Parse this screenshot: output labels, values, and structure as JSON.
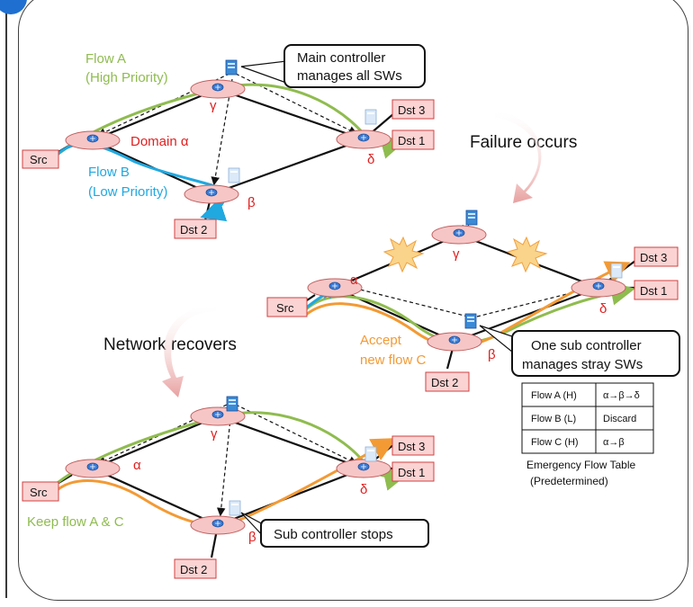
{
  "top_diagram": {
    "flow_a": [
      "Flow A",
      "(High Priority)"
    ],
    "flow_b": [
      "Flow B",
      "(Low Priority)"
    ],
    "domain_label": "Domain α",
    "node_gamma": "γ",
    "node_delta": "δ",
    "node_beta": "β",
    "src": "Src",
    "dst1": "Dst 1",
    "dst2": "Dst 2",
    "dst3": "Dst 3",
    "callout": [
      "Main controller",
      "manages all SWs"
    ]
  },
  "failure_text": "Failure occurs",
  "middle_diagram": {
    "node_gamma": "γ",
    "node_alpha": "α",
    "node_delta": "δ",
    "node_beta": "β",
    "src": "Src",
    "dst1": "Dst 1",
    "dst2": "Dst 2",
    "dst3": "Dst 3",
    "accept_flow": [
      "Accept",
      "new flow C"
    ],
    "callout": [
      "One sub controller",
      "manages stray SWs"
    ]
  },
  "emergency_table": {
    "rows": [
      {
        "flow": "Flow A (H)",
        "action": "α→β→δ"
      },
      {
        "flow": "Flow B (L)",
        "action": "Discard"
      },
      {
        "flow": "Flow C (H)",
        "action": "α→β"
      }
    ],
    "caption": [
      "Emergency Flow Table",
      "(Predetermined)"
    ]
  },
  "recover_text": "Network recovers",
  "bottom_diagram": {
    "node_gamma": "γ",
    "node_alpha": "α",
    "node_delta": "δ",
    "node_beta": "β",
    "src": "Src",
    "dst1": "Dst 1",
    "dst2": "Dst 2",
    "dst3": "Dst 3",
    "keep_flow": "Keep flow A & C",
    "callout": "Sub controller stops"
  },
  "colors": {
    "flow_a": "#8fbc4f",
    "flow_b": "#20a8e0",
    "flow_c": "#f39a34",
    "node_fill": "#f6c6c6",
    "box_fill": "#fbd3d3",
    "box_stroke": "#d04040",
    "label_red": "#e02020"
  }
}
